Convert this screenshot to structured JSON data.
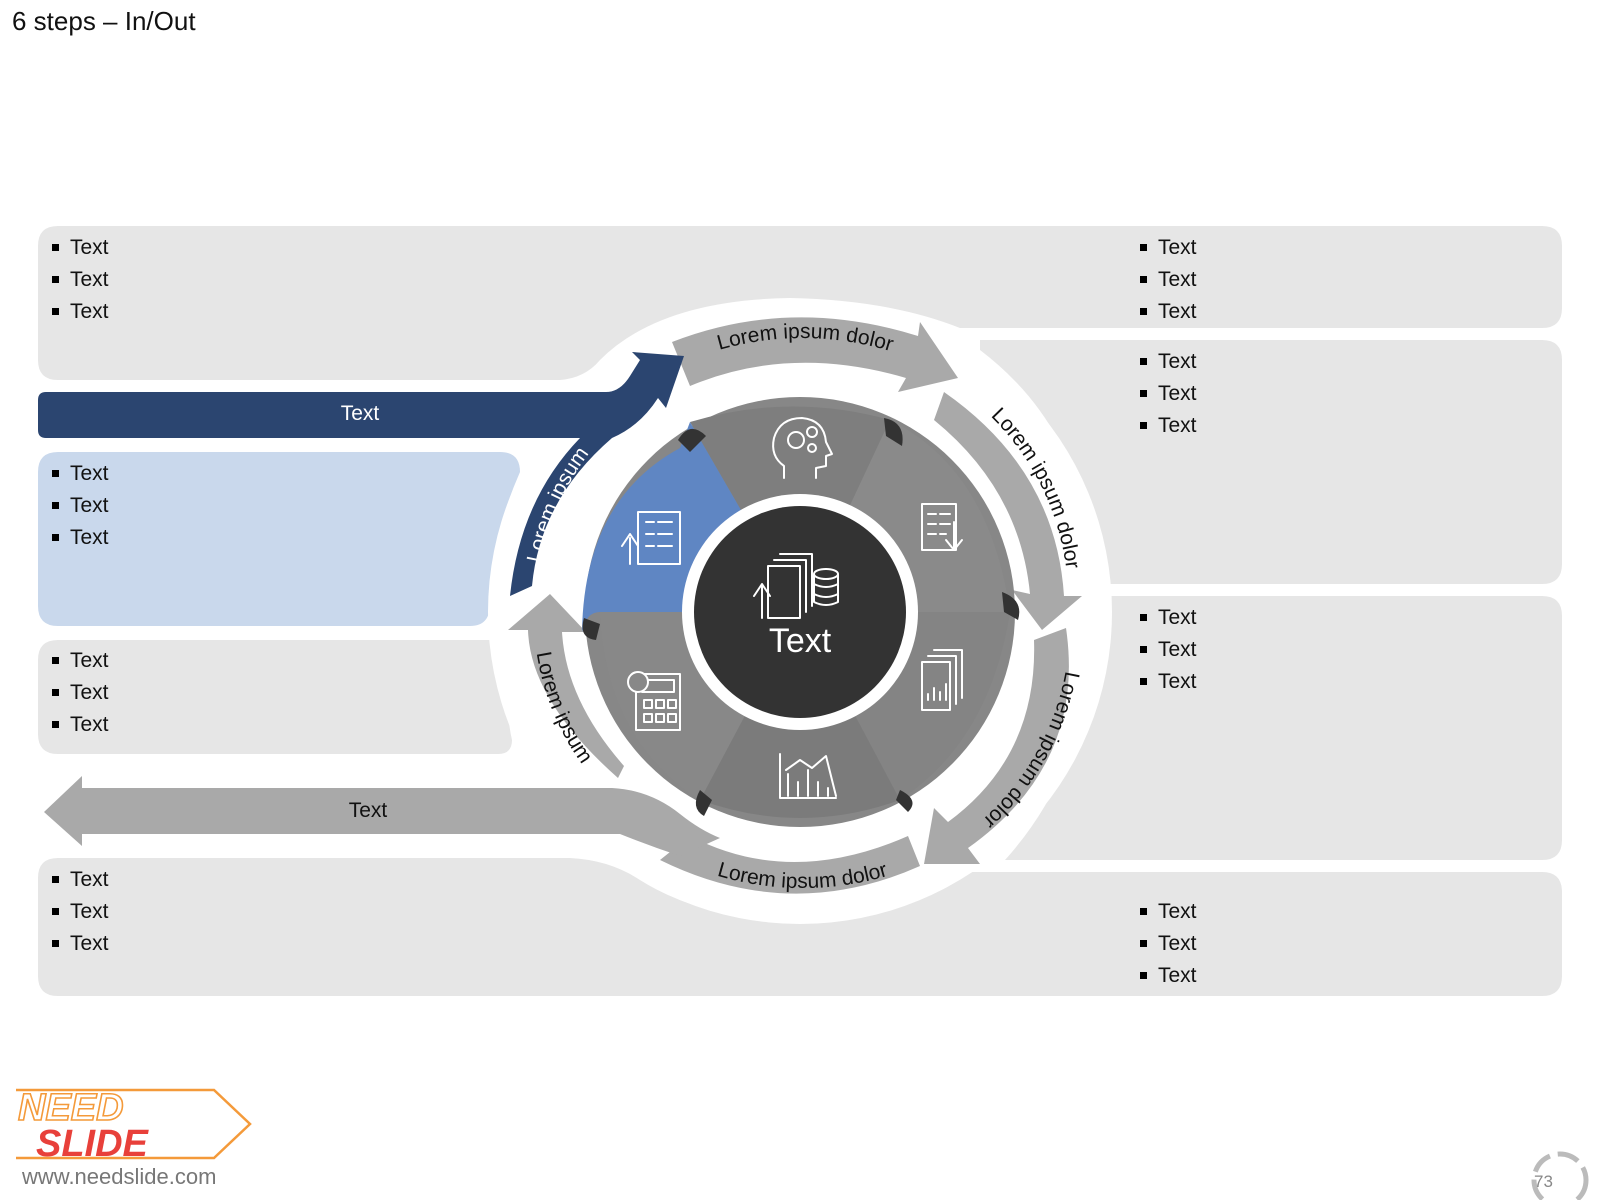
{
  "title": "6 steps – In/Out",
  "center": {
    "label": "Text"
  },
  "arrows": {
    "in_label": "Text",
    "out_label": "Text"
  },
  "ring_labels": [
    "Lorem ipsum dolor",
    "Lorem ipsum dolor",
    "Lorem ipsum dolor",
    "Lorem ipsum dolor",
    "Lorem ipsum",
    "Lorem ipsum"
  ],
  "panels": {
    "top_left": [
      "Text",
      "Text",
      "Text"
    ],
    "top_right": [
      "Text",
      "Text",
      "Text"
    ],
    "right_upper": [
      "Text",
      "Text",
      "Text"
    ],
    "right_lower": [
      "Text",
      "Text",
      "Text"
    ],
    "left_blue": [
      "Text",
      "Text",
      "Text"
    ],
    "left_gray": [
      "Text",
      "Text",
      "Text"
    ],
    "bottom_left": [
      "Text",
      "Text",
      "Text"
    ],
    "bottom_right": [
      "Text",
      "Text",
      "Text"
    ]
  },
  "segment_icons": [
    "head-gears-icon",
    "checklist-download-icon",
    "report-chart-icon",
    "growth-chart-icon",
    "calculator-icon",
    "checklist-upload-icon"
  ],
  "center_icon": "documents-coins-icon",
  "colors": {
    "dark_blue": "#2B4570",
    "light_blue": "#C9D8EC",
    "accent_blue": "#5F86C3",
    "panel_gray": "#E6E6E6",
    "arrow_gray": "#A9A9A9",
    "segment_gray": "#878787",
    "center_dark": "#333333",
    "logo_orange": "#F49A3A",
    "logo_red": "#E8403A"
  },
  "footer": {
    "logo_line1": "NEED",
    "logo_line2": "SLIDE",
    "url": "www.needslide.com",
    "page_number": "73"
  }
}
